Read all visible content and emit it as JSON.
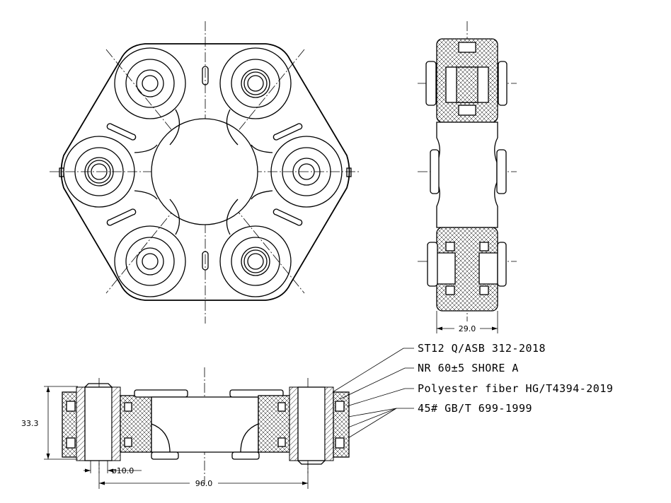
{
  "dimensions": {
    "width_side": "29.0",
    "height": "33.3",
    "bore_diameter": "ø10.0",
    "pitch": "96.0"
  },
  "materials": [
    {
      "label": "ST12 Q/ASB 312-2018"
    },
    {
      "label": "NR 60±5 SHORE A"
    },
    {
      "label": "Polyester fiber HG/T4394-2019"
    },
    {
      "label": "45# GB/T 699-1999"
    }
  ]
}
